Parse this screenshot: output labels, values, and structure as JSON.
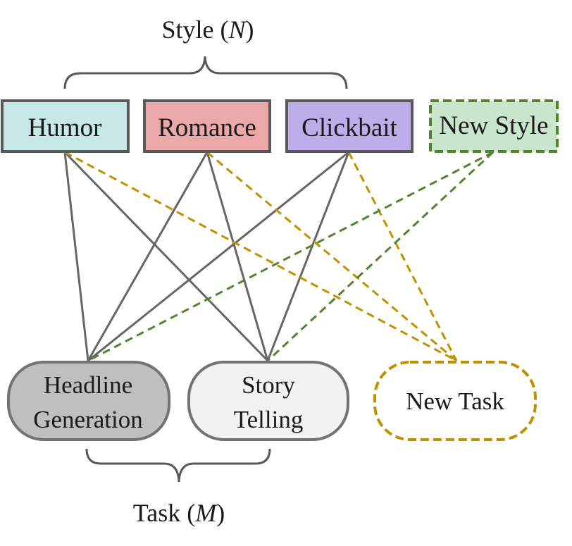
{
  "style_group": {
    "label_prefix": "Style (",
    "label_var": "N",
    "label_suffix": ")"
  },
  "task_group": {
    "label_prefix": "Task (",
    "label_var": "M",
    "label_suffix": ")"
  },
  "styles": [
    {
      "id": "humor",
      "label": "Humor",
      "fill": "#c6e8e6",
      "stroke": "#595959",
      "dashed": false
    },
    {
      "id": "romance",
      "label": "Romance",
      "fill": "#eaa8a8",
      "stroke": "#595959",
      "dashed": false
    },
    {
      "id": "clickbait",
      "label": "Clickbait",
      "fill": "#bcaee8",
      "stroke": "#595959",
      "dashed": false
    },
    {
      "id": "new-style",
      "label": "New Style",
      "fill": "#c9e6cd",
      "stroke": "#528332",
      "dashed": true
    }
  ],
  "tasks": [
    {
      "id": "headline-generation",
      "lines": [
        "Headline",
        "Generation"
      ],
      "fill": "#bfbfbf",
      "stroke": "#737373",
      "dashed": false
    },
    {
      "id": "story-telling",
      "lines": [
        "Story",
        "Telling"
      ],
      "fill": "#f2f2f2",
      "stroke": "#737373",
      "dashed": false
    },
    {
      "id": "new-task",
      "lines": [
        "New Task"
      ],
      "fill": "#ffffff",
      "stroke": "#bf9000",
      "dashed": true
    }
  ],
  "colors": {
    "existing_link": "#666666",
    "new_task_link": "#bf9000",
    "new_style_link": "#528332",
    "brace": "#595959"
  }
}
